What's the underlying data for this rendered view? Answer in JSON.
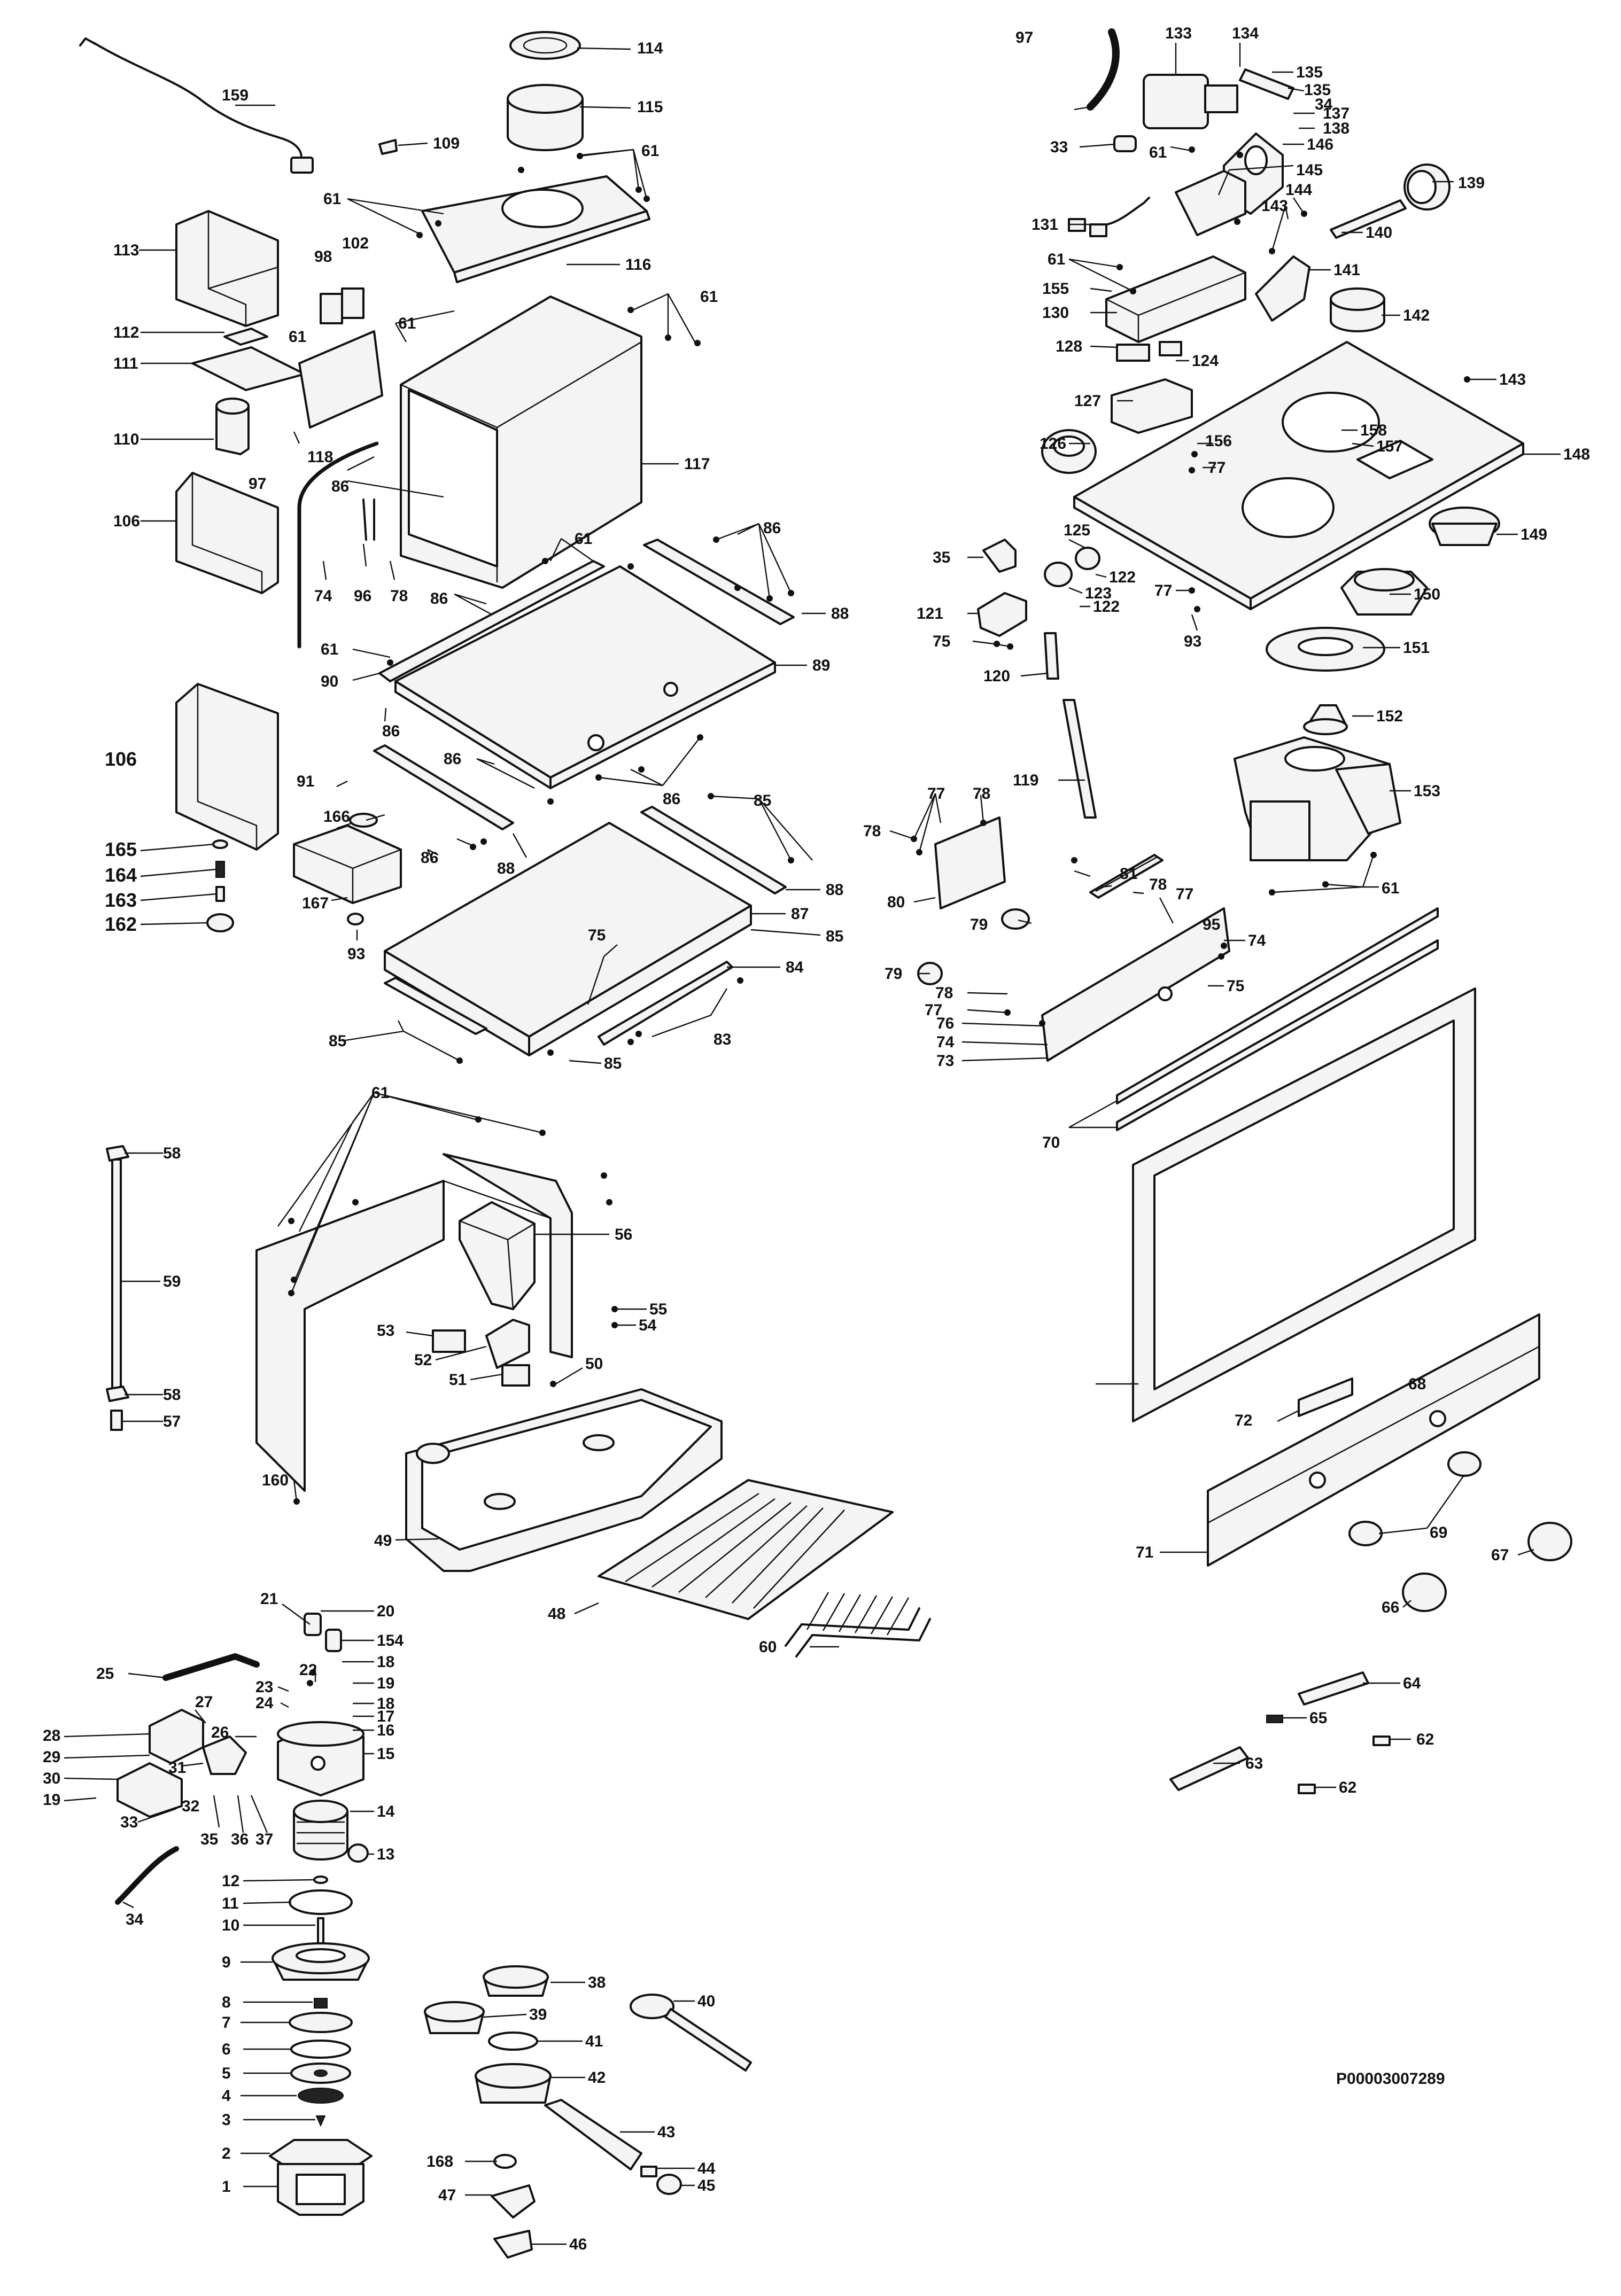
{
  "document_number": "P00003007289",
  "callouts": {
    "c1": "1",
    "c2": "2",
    "c3": "3",
    "c4": "4",
    "c5": "5",
    "c6": "6",
    "c7": "7",
    "c8": "8",
    "c9": "9",
    "c10": "10",
    "c11": "11",
    "c12": "12",
    "c13": "13",
    "c14": "14",
    "c15": "15",
    "c16": "16",
    "c17": "17",
    "c18a": "18",
    "c18b": "18",
    "c19a": "19",
    "c19b": "19",
    "c20": "20",
    "c21": "21",
    "c22": "22",
    "c23": "23",
    "c24": "24",
    "c25": "25",
    "c26": "26",
    "c27": "27",
    "c28": "28",
    "c29": "29",
    "c30": "30",
    "c31": "31",
    "c32": "32",
    "c33a": "33",
    "c33b": "33",
    "c34a": "34",
    "c34b": "34",
    "c35a": "35",
    "c35b": "35",
    "c36": "36",
    "c37": "37",
    "c38": "38",
    "c39": "39",
    "c40": "40",
    "c41": "41",
    "c42": "42",
    "c43": "43",
    "c44": "44",
    "c45": "45",
    "c46": "46",
    "c47": "47",
    "c48": "48",
    "c49": "49",
    "c50": "50",
    "c51": "51",
    "c52": "52",
    "c53": "53",
    "c54": "54",
    "c55": "55",
    "c56": "56",
    "c57": "57",
    "c58a": "58",
    "c58b": "58",
    "c59": "59",
    "c60": "60",
    "c61a": "61",
    "c61b": "61",
    "c61c": "61",
    "c61d": "61",
    "c61e": "61",
    "c61f": "61",
    "c61g": "61",
    "c61h": "61",
    "c61i": "61",
    "c62a": "62",
    "c62b": "62",
    "c63": "63",
    "c64": "64",
    "c65": "65",
    "c66": "66",
    "c67": "67",
    "c68": "68",
    "c69": "69",
    "c70": "70",
    "c71": "71",
    "c72": "72",
    "c73": "73",
    "c74a": "74",
    "c74b": "74",
    "c74c": "74",
    "c75a": "75",
    "c75b": "75",
    "c75c": "75",
    "c76": "76",
    "c77a": "77",
    "c77b": "77",
    "c77c": "77",
    "c77d": "77",
    "c77e": "77",
    "c78a": "78",
    "c78b": "78",
    "c78c": "78",
    "c78d": "78",
    "c78e": "78",
    "c79a": "79",
    "c79b": "79",
    "c80": "80",
    "c81": "81",
    "c83": "83",
    "c84": "84",
    "c85a": "85",
    "c85b": "85",
    "c85c": "85",
    "c85d": "85",
    "c86a": "86",
    "c86b": "86",
    "c86c": "86",
    "c86d": "86",
    "c86e": "86",
    "c86f": "86",
    "c86g": "86",
    "c87": "87",
    "c88a": "88",
    "c88b": "88",
    "c88c": "88",
    "c89": "89",
    "c90": "90",
    "c91": "91",
    "c93a": "93",
    "c93b": "93",
    "c95": "95",
    "c96": "96",
    "c97a": "97",
    "c97b": "97",
    "c98": "98",
    "c102": "102",
    "c106a": "106",
    "c106b": "106",
    "c109": "109",
    "c110": "110",
    "c111": "111",
    "c112": "112",
    "c113": "113",
    "c114": "114",
    "c115": "115",
    "c116": "116",
    "c117": "117",
    "c118": "118",
    "c119": "119",
    "c120": "120",
    "c121": "121",
    "c122a": "122",
    "c122b": "122",
    "c123": "123",
    "c124": "124",
    "c125": "125",
    "c126": "126",
    "c127": "127",
    "c128": "128",
    "c130": "130",
    "c131": "131",
    "c133": "133",
    "c134": "134",
    "c135a": "135",
    "c135b": "135",
    "c137": "137",
    "c138": "138",
    "c139": "139",
    "c140": "140",
    "c141": "141",
    "c142": "142",
    "c143a": "143",
    "c143b": "143",
    "c144": "144",
    "c145": "145",
    "c146": "146",
    "c148": "148",
    "c149": "149",
    "c150": "150",
    "c151": "151",
    "c152": "152",
    "c153": "153",
    "c154": "154",
    "c155": "155",
    "c156": "156",
    "c157": "157",
    "c158": "158",
    "c159": "159",
    "c160": "160",
    "c162": "162",
    "c163": "163",
    "c164": "164",
    "c165": "165",
    "c166": "166",
    "c167": "167",
    "c168": "168"
  }
}
